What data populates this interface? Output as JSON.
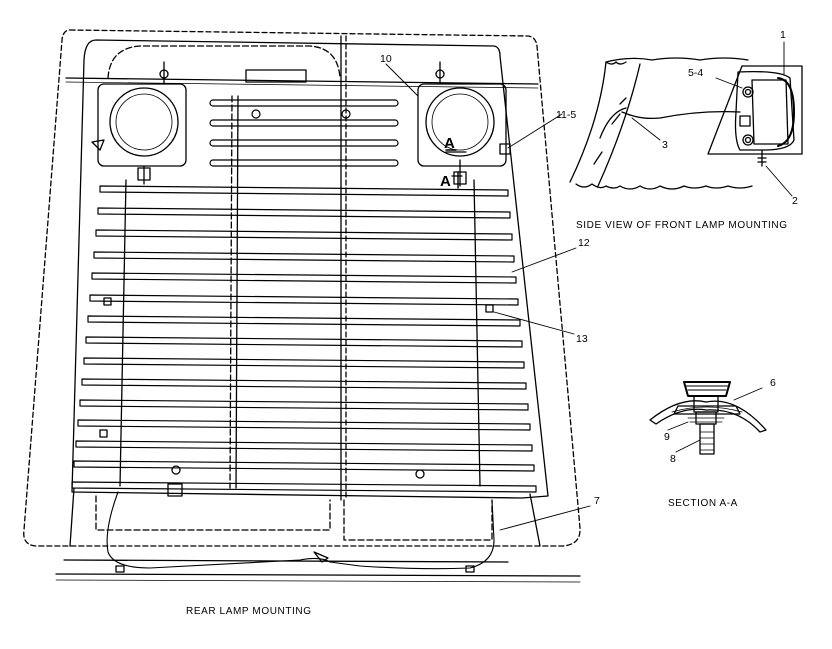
{
  "captions": {
    "rear": "REAR LAMP MOUNTING",
    "side": "SIDE VIEW OF FRONT LAMP MOUNTING",
    "section": "SECTION A-A"
  },
  "section_marks": {
    "a_top": "A",
    "a_bottom": "A"
  },
  "callouts": {
    "c1": "1",
    "c2": "2",
    "c3": "3",
    "c5_4": "5-4",
    "c6": "6",
    "c7": "7",
    "c8": "8",
    "c9": "9",
    "c10": "10",
    "c11_5": "11-5",
    "c12": "12",
    "c13": "13"
  }
}
